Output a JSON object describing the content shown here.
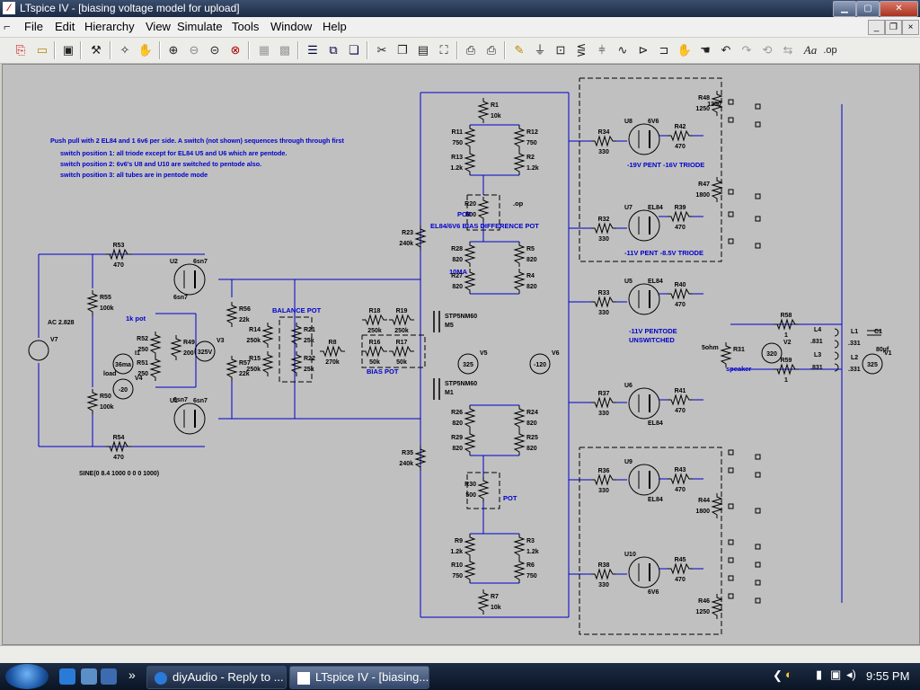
{
  "window": {
    "title": "LTspice IV - [biasing voltage model for upload]",
    "app_icon": "ltspice-logo-icon",
    "buttons": [
      "minimize-icon",
      "maximize-icon",
      "close-icon"
    ]
  },
  "menu": {
    "items": [
      "File",
      "Edit",
      "Hierarchy",
      "View",
      "Simulate",
      "Tools",
      "Window",
      "Help"
    ],
    "mdi_buttons": [
      "minimize-icon",
      "restore-icon",
      "close-icon"
    ]
  },
  "toolbar": {
    "icons": [
      "new-schematic-icon",
      "open-icon",
      "save-icon",
      "control-panel-icon",
      "run-icon",
      "halt-icon",
      "zoom-in-icon",
      "zoom-out-icon",
      "zoom-back-icon",
      "zoom-fit-icon",
      "autoscale-icon",
      "tile-horizontal-icon",
      "tile-vertical-icon",
      "cascade-icon",
      "close-all-icon",
      "cut-icon",
      "copy-icon",
      "paste-icon",
      "find-icon",
      "print-setup-icon",
      "print-icon",
      "wire-icon",
      "ground-icon",
      "label-icon",
      "resistor-icon",
      "capacitor-icon",
      "inductor-icon",
      "diode-icon",
      "component-icon",
      "move-icon",
      "drag-icon",
      "undo-icon",
      "redo-icon",
      "rotate-icon",
      "mirror-icon",
      "text-icon",
      "spice-directive-icon"
    ],
    "text_glyphs": {
      "text": "Aa",
      "op": ".op"
    }
  },
  "schematic": {
    "wire_color": "#0000cc",
    "notes": [
      "Push pull with 2 EL84 and 1 6v6 per side. A switch (not shown)  sequences through through first",
      "switch position 1: all triode except for EL84 U5 and U6 which are pentode.",
      "switch position 2: 6v6's U8 and U10 are switched to pentode also.",
      "switch position 3: all tubes are in pentode mode"
    ],
    "labels": {
      "pot_1k": "1k pot",
      "balance_pot": "BALANCE POT",
      "bias_pot": "BIAS POT",
      "diff_pot": "EL84/6V6 BIAS DIFFERENCE POT",
      "pot_top": "POT",
      "pot_bottom": "POT",
      "ma10": "10MA",
      "op": ".op",
      "triode16": "-19V PENT  -16V TRIODE",
      "triode85": "-11V PENT -8.5V TRIODE",
      "pentode": "-11V PENTODE",
      "unswitched": "UNSWITCHED",
      "sine": "SINE(0 8.4 1000 0 0 0 1000)",
      "ac": "AC 2.828",
      "load": "load",
      "speaker": "speaker",
      "ohm5": "5ohm"
    },
    "sources": [
      {
        "name": "V7",
        "value": ""
      },
      {
        "name": "I1",
        "value": "36ma"
      },
      {
        "name": "V4",
        "value": "-20"
      },
      {
        "name": "V3",
        "value": "325V"
      },
      {
        "name": "V5",
        "value": "325"
      },
      {
        "name": "V6",
        "value": "-120"
      },
      {
        "name": "V2",
        "value": "320"
      },
      {
        "name": "V1",
        "value": "325"
      }
    ],
    "resistors": [
      {
        "name": "R53",
        "value": "470"
      },
      {
        "name": "R55",
        "value": "100k"
      },
      {
        "name": "R50",
        "value": "100k"
      },
      {
        "name": "R54",
        "value": "470"
      },
      {
        "name": "R52",
        "value": "250"
      },
      {
        "name": "R49",
        "value": "200"
      },
      {
        "name": "R51",
        "value": "250"
      },
      {
        "name": "R56",
        "value": "22k"
      },
      {
        "name": "R57",
        "value": "22k"
      },
      {
        "name": "R14",
        "value": "250k"
      },
      {
        "name": "R15",
        "value": "250k"
      },
      {
        "name": "R21",
        "value": "25k"
      },
      {
        "name": "R22",
        "value": "25k"
      },
      {
        "name": "R8",
        "value": "270k"
      },
      {
        "name": "R18",
        "value": "250k"
      },
      {
        "name": "R19",
        "value": "250k"
      },
      {
        "name": "R16",
        "value": "50k"
      },
      {
        "name": "R17",
        "value": "50k"
      },
      {
        "name": "R23",
        "value": "240k"
      },
      {
        "name": "R35",
        "value": "240k"
      },
      {
        "name": "R1",
        "value": "10k"
      },
      {
        "name": "R11",
        "value": "750"
      },
      {
        "name": "R12",
        "value": "750"
      },
      {
        "name": "R13",
        "value": "1.2k"
      },
      {
        "name": "R2",
        "value": "1.2k"
      },
      {
        "name": "R20",
        "value": "500"
      },
      {
        "name": "R28",
        "value": "820"
      },
      {
        "name": "R5",
        "value": "820"
      },
      {
        "name": "R27",
        "value": "820"
      },
      {
        "name": "R4",
        "value": "820"
      },
      {
        "name": "R26",
        "value": "820"
      },
      {
        "name": "R24",
        "value": "820"
      },
      {
        "name": "R29",
        "value": "820"
      },
      {
        "name": "R25",
        "value": "820"
      },
      {
        "name": "R30",
        "value": "500"
      },
      {
        "name": "R9",
        "value": "1.2k"
      },
      {
        "name": "R3",
        "value": "1.2k"
      },
      {
        "name": "R10",
        "value": "750"
      },
      {
        "name": "R6",
        "value": "750"
      },
      {
        "name": "R7",
        "value": "10k"
      },
      {
        "name": "R34",
        "value": "330"
      },
      {
        "name": "R32",
        "value": "330"
      },
      {
        "name": "R33",
        "value": "330"
      },
      {
        "name": "R37",
        "value": "330"
      },
      {
        "name": "R36",
        "value": "330"
      },
      {
        "name": "R38",
        "value": "330"
      },
      {
        "name": "R42",
        "value": "470"
      },
      {
        "name": "R39",
        "value": "470"
      },
      {
        "name": "R40",
        "value": "470"
      },
      {
        "name": "R41",
        "value": "470"
      },
      {
        "name": "R43",
        "value": "470"
      },
      {
        "name": "R45",
        "value": "470"
      },
      {
        "name": "R48",
        "value": "1250"
      },
      {
        "name": "R47",
        "value": "1800"
      },
      {
        "name": "R44",
        "value": "1800"
      },
      {
        "name": "R46",
        "value": "1250"
      },
      {
        "name": "R58",
        "value": "1"
      },
      {
        "name": "R59",
        "value": "1"
      },
      {
        "name": "R31",
        "value": ""
      }
    ],
    "tubes": [
      {
        "name": "U2",
        "type": "6sn7"
      },
      {
        "name": "U1",
        "type": "6sn7"
      },
      {
        "name": "U8",
        "type": "6V6"
      },
      {
        "name": "U7",
        "type": "EL84"
      },
      {
        "name": "U5",
        "type": "EL84"
      },
      {
        "name": "U6",
        "type": "EL84"
      },
      {
        "name": "U9",
        "type": "EL84"
      },
      {
        "name": "U10",
        "type": "6V6"
      }
    ],
    "mosfets": [
      {
        "name": "M5",
        "type": "STP5NM60"
      },
      {
        "name": "M1",
        "type": "STP5NM60"
      }
    ],
    "inductors": [
      {
        "name": "L4",
        "value": ".831"
      },
      {
        "name": "L3",
        "value": ".831"
      },
      {
        "name": "L1",
        "value": ".331"
      },
      {
        "name": "L2",
        "value": ".331"
      }
    ],
    "capacitor": {
      "name": "C1",
      "value": "80µf"
    }
  },
  "taskbar": {
    "tasks": [
      {
        "label": "diyAudio - Reply to ...",
        "icon": "ie-icon"
      },
      {
        "label": "LTspice IV - [biasing...",
        "icon": "ltspice-icon",
        "active": true
      }
    ],
    "quick_launch": [
      "ie-icon",
      "desktop-icon",
      "switch-windows-icon"
    ],
    "overflow": "»",
    "clock": "9:55 PM",
    "tray_icons": [
      "chevron-left-icon",
      "network-icon",
      "volume-icon",
      "battery-icon"
    ]
  }
}
